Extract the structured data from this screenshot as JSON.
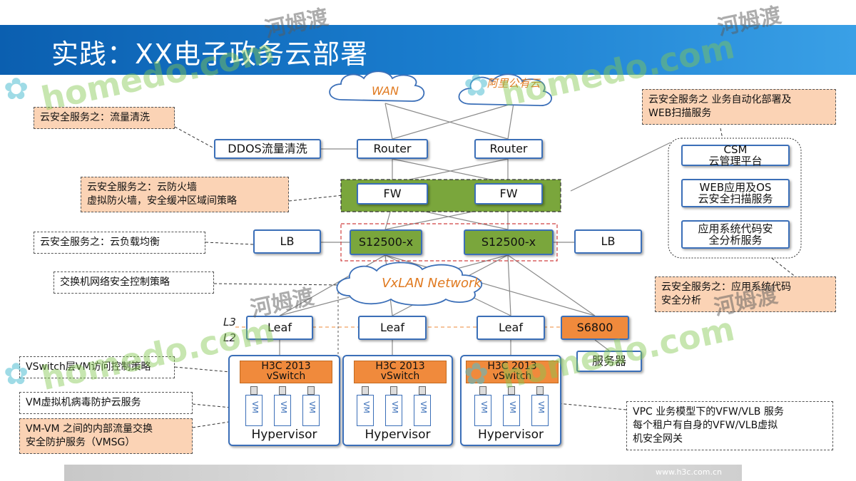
{
  "title": "实践：XX电子政务云部署",
  "footer_url": "www.h3c.com.cn",
  "watermark": {
    "latin": "homedo.com",
    "chinese": "河姆渡"
  },
  "clouds": {
    "wan": "WAN",
    "aliyun": "阿里公有云",
    "vxlan": "VxLAN Network"
  },
  "nodes": {
    "ddos": "DDOS流量清洗",
    "router1": "Router",
    "router2": "Router",
    "fw1": "FW",
    "fw2": "FW",
    "lb_left": "LB",
    "s12500_1": "S12500-x",
    "s12500_2": "S12500-x",
    "lb_right": "LB",
    "leaf1": "Leaf",
    "leaf2": "Leaf",
    "leaf3": "Leaf",
    "s6800": "S6800",
    "server": "服务器",
    "csm": "CSM\n云管理平台",
    "web_scan": "WEB应用及OS\n云安全扫描服务",
    "code_scan": "应用系统代码安\n全分析服务"
  },
  "layer_tags": {
    "l3": "L3",
    "l2": "L2"
  },
  "hosts": [
    {
      "vswitch": "H3C 2013\nvSwitch",
      "vm": "VM",
      "hypervisor": "Hypervisor"
    },
    {
      "vswitch": "H3C 2013\nvSwitch",
      "vm": "VM",
      "hypervisor": "Hypervisor"
    },
    {
      "vswitch": "H3C 2013\nvSwitch",
      "vm": "VM",
      "hypervisor": "Hypervisor"
    }
  ],
  "callouts": {
    "traffic": "云安全服务之：流量清洗",
    "firewall": "云安全服务之：云防火墙\n虚拟防火墙，安全缓冲区域间策略",
    "lb": "云安全服务之：云负载均衡",
    "switch_policy": "交换机网络安全控制策略",
    "vswitch_policy": "VSwitch层VM访问控制策略",
    "antivirus": "VM虚拟机病毒防护云服务",
    "vmsg": "VM-VM 之间的内部流量交换\n安全防护服务（VMSG）",
    "automation": "云安全服务之 业务自动化部署及\nWEB扫描服务",
    "code_analysis": "云安全服务之：应用系统代码\n安全分析",
    "vpc": "VPC 业务模型下的VFW/VLB 服务\n每个租户有自身的VFW/VLB虚拟\n机安全网关"
  }
}
